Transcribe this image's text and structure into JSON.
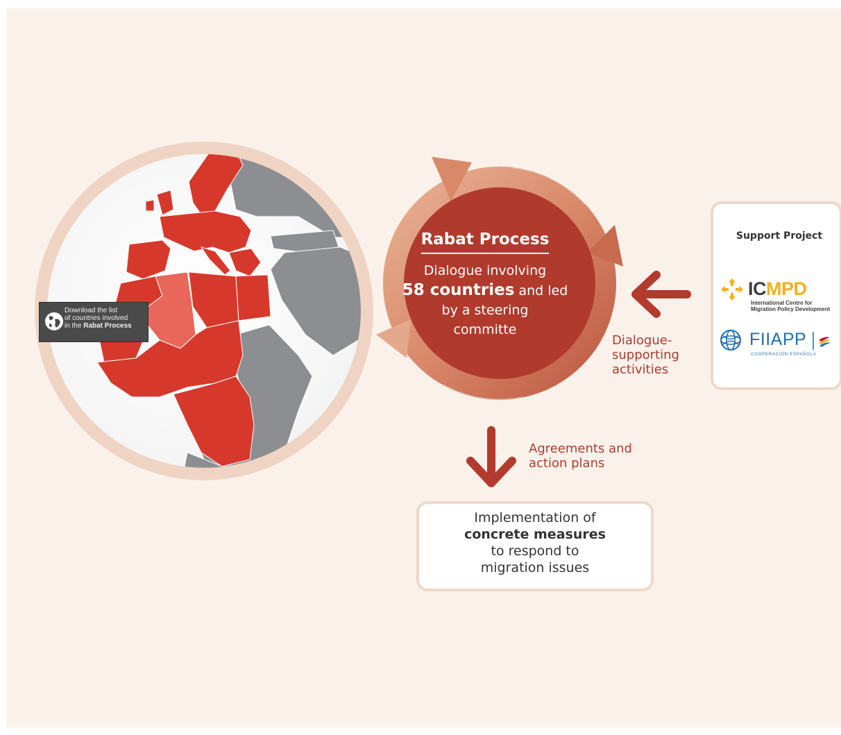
{
  "badge": {
    "line1": "Download the list",
    "line2": "of countries involved",
    "line3_prefix": "in the",
    "line3_bold": "Rabat Process",
    "icon": "globe-icon"
  },
  "center": {
    "title": "Rabat Process",
    "line1": "Dialogue involving",
    "line2_bold": "58 countries",
    "line2_rest": "and led",
    "line3": "by a steering",
    "line4": "committe"
  },
  "right_label": {
    "line1": "Dialogue-",
    "line2": "supporting",
    "line3": "activities"
  },
  "down_label": {
    "line1": "Agreements and",
    "line2": "action plans"
  },
  "support": {
    "title": "Support Project",
    "icmpd": {
      "mark_ic": "IC",
      "mark_mpd": "MPD",
      "sub1": "International Centre for",
      "sub2": "Migration Policy Development"
    },
    "fiiapp": {
      "mark": "FIIAPP",
      "sub": "COOPERACIÓN ESPAÑOLA"
    }
  },
  "implementation": {
    "line1": "Implementation of",
    "line2_bold": "concrete measures",
    "line3": "to respond to",
    "line4": "migration issues"
  },
  "colors": {
    "background": "#faf1eb",
    "involved_country": "#d6392b",
    "highlight_country": "#e8675a",
    "non_member": "#8d8e91",
    "ocean": "#ffffff",
    "center_circle": "#b03a2c",
    "accent_text": "#b03a2c",
    "arrow": "#b33a2e"
  }
}
